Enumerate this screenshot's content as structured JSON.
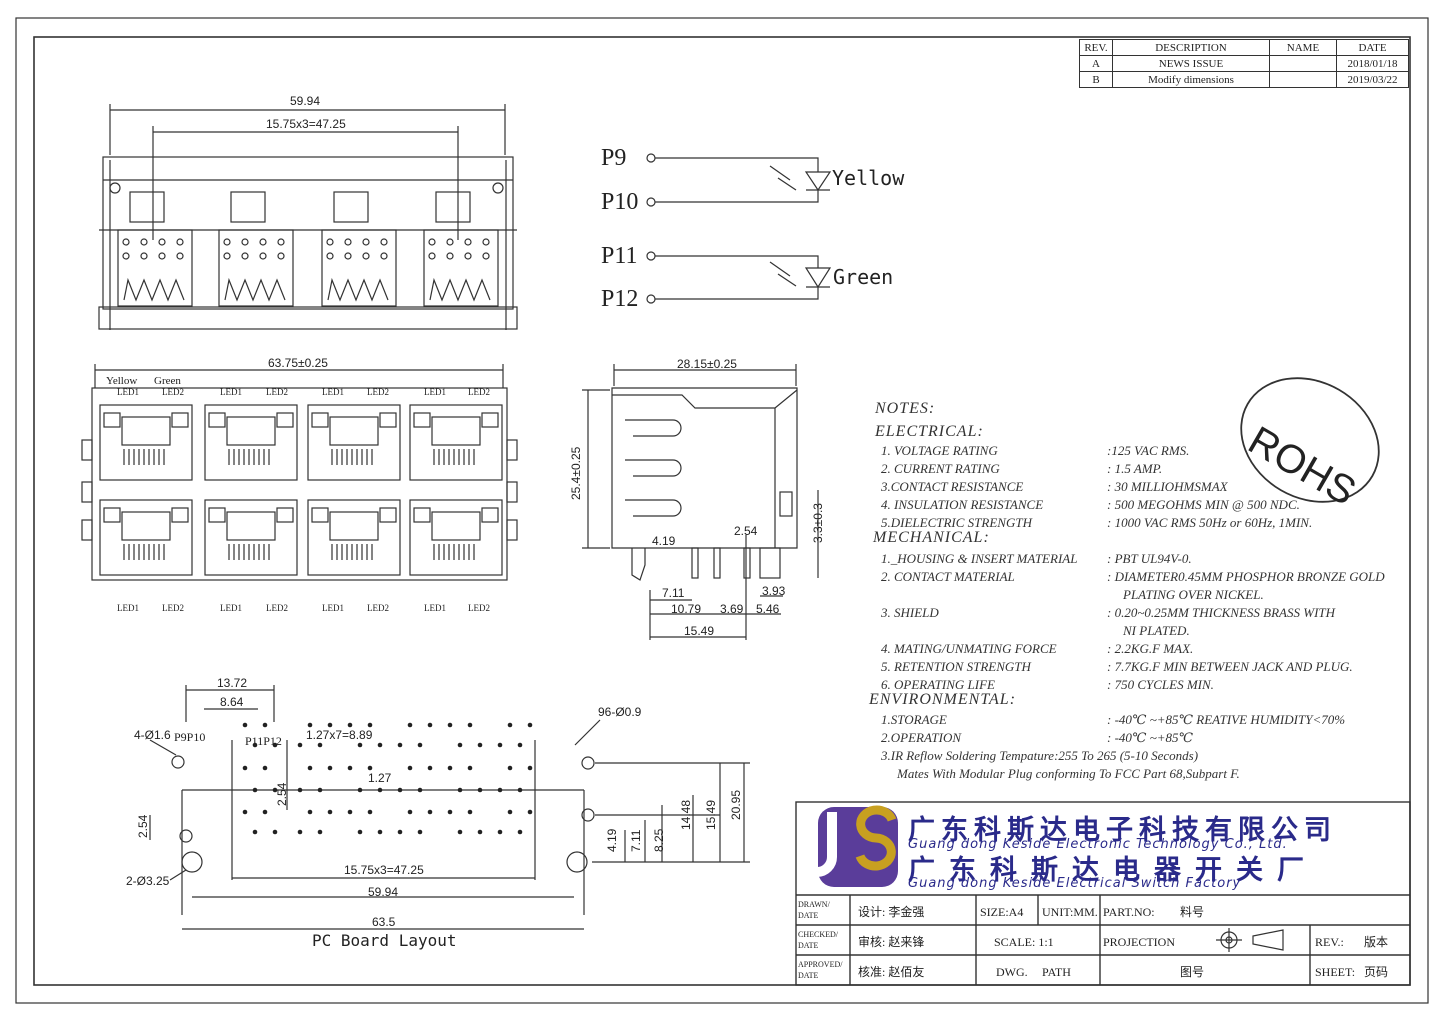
{
  "revision_table": {
    "headers": [
      "REV.",
      "DESCRIPTION",
      "NAME",
      "DATE"
    ],
    "rows": [
      [
        "A",
        "NEWS ISSUE",
        "",
        "2018/01/18"
      ],
      [
        "B",
        "Modify dimensions",
        "",
        "2019/03/22"
      ]
    ]
  },
  "front_view": {
    "dim_overall": "59.94",
    "dim_pitch": "15.75x3=47.25"
  },
  "led_schematic": {
    "pins": [
      "P9",
      "P10",
      "P11",
      "P12"
    ],
    "led1": "Yellow",
    "led2": "Green"
  },
  "top_view": {
    "dim_width": "63.75±0.25",
    "label_yellow": "Yellow",
    "label_green": "Green",
    "led_labels_top": [
      "LED1",
      "LED2",
      "LED1",
      "LED2",
      "LED1",
      "LED2",
      "LED1",
      "LED2"
    ],
    "led_labels_bottom": [
      "LED1",
      "LED2",
      "LED1",
      "LED2",
      "LED1",
      "LED2",
      "LED1",
      "LED2"
    ]
  },
  "side_view": {
    "dim_depth": "28.15±0.25",
    "dim_height": "25.4±0.25",
    "dim_peg": "3.3±0.3",
    "dims_bottom": [
      "4.19",
      "2.54",
      "7.11",
      "10.79",
      "3.69",
      "5.46",
      "3.93",
      "15.49"
    ]
  },
  "pcb_layout": {
    "title": "PC Board Layout",
    "dims": {
      "d1": "13.72",
      "d2": "8.64",
      "holes_small": "4-Ø1.6",
      "pins_left": "P9P10",
      "pins_right": "P11P12",
      "pitch_row": "1.27x7=8.89",
      "holes_many": "96-Ø0.9",
      "d_127": "1.27",
      "d_254a": "2.54",
      "d_254b": "2.54",
      "holes_big": "2-Ø3.25",
      "pitch": "15.75x3=47.25",
      "w1": "59.94",
      "w2": "63.5",
      "v1": "4.19",
      "v2": "7.11",
      "v3": "8.25",
      "v4": "14.48",
      "v5": "15.49",
      "v6": "20.95"
    }
  },
  "notes": {
    "title": "NOTES:",
    "electrical_title": "ELECTRICAL:",
    "electrical": [
      {
        "k": "1.  VOLTAGE RATING",
        "v": ":125 VAC RMS."
      },
      {
        "k": "2.  CURRENT RATING",
        "v": ":  1.5 AMP."
      },
      {
        "k": "3.CONTACT RESISTANCE",
        "v": ":  30 MILLIOHMSMAX"
      },
      {
        "k": "4.  INSULATION RESISTANCE",
        "v": ":  500 MEGOHMS MIN @ 500   NDC."
      },
      {
        "k": "5.DIELECTRIC STRENGTH",
        "v": ":  1000 VAC RMS 50Hz  or 60Hz, 1MIN."
      }
    ],
    "mechanical_title": "MECHANICAL:",
    "mechanical": [
      {
        "k": "1._HOUSING & INSERT MATERIAL",
        "v": ":  PBT UL94V-0."
      },
      {
        "k": "2.  CONTACT MATERIAL",
        "v": ":  DIAMETER0.45MM PHOSPHOR BRONZE GOLD",
        "v2": "PLATING OVER NICKEL."
      },
      {
        "k": "3.  SHIELD",
        "v": ":  0.20~0.25MM THICKNESS BRASS WITH",
        "v2": "NI PLATED."
      },
      {
        "k": "4.  MATING/UNMATING FORCE",
        "v": ":  2.2KG.F MAX."
      },
      {
        "k": "5.  RETENTION STRENGTH",
        "v": ":  7.7KG.F MIN BETWEEN JACK AND PLUG."
      },
      {
        "k": "6.  OPERATING LIFE",
        "v": ":   750 CYCLES MIN."
      }
    ],
    "environmental_title": "ENVIRONMENTAL:",
    "environmental": [
      {
        "k": "1.STORAGE",
        "v": ":  -40℃  ~+85℃ REATIVE HUMIDITY<70%"
      },
      {
        "k": "2.OPERATION",
        "v": ":  -40℃  ~+85℃"
      }
    ],
    "reflow": "3.IR Reflow Soldering Tempature:255 To 265 (5-10 Seconds)",
    "mates": "Mates With Modular Plug conforming To FCC Part 68,Subpart F."
  },
  "rohs": "ROHS",
  "company": {
    "name_cn_1": "广东科斯达电子科技有限公司",
    "name_en_1": "Guang dong Keside  Electronic Technology Co., Ltd.",
    "name_cn_2": "广东科斯达电器开关厂",
    "name_en_2": "Guang dong Keside Electrical Switch Factory"
  },
  "title_block": {
    "drawn_label": "DRAWN/\nDATE",
    "drawn_value": "设计: 李金强",
    "checked_label": "CHECKED/\nDATE",
    "checked_value": "审核: 赵来锋",
    "approved_label": "APPROVED/\nDATE",
    "approved_value": "核准: 赵佰友",
    "size": "SIZE:A4",
    "unit": "UNIT:MM.",
    "part_no_label": "PART.NO:",
    "part_no_value": "料号",
    "scale": "SCALE: 1:1",
    "projection": "PROJECTION",
    "rev_label": "REV.:",
    "rev_value": "版本",
    "dwg": "DWG.",
    "path": "PATH",
    "drawing_no": "图号",
    "sheet_label": "SHEET:",
    "sheet_value": "页码"
  },
  "colors": {
    "line": "#333333",
    "logo_blue": "#2a2a8a",
    "logo_purple": "#5a3d9a",
    "logo_accent": "#c8a020"
  }
}
